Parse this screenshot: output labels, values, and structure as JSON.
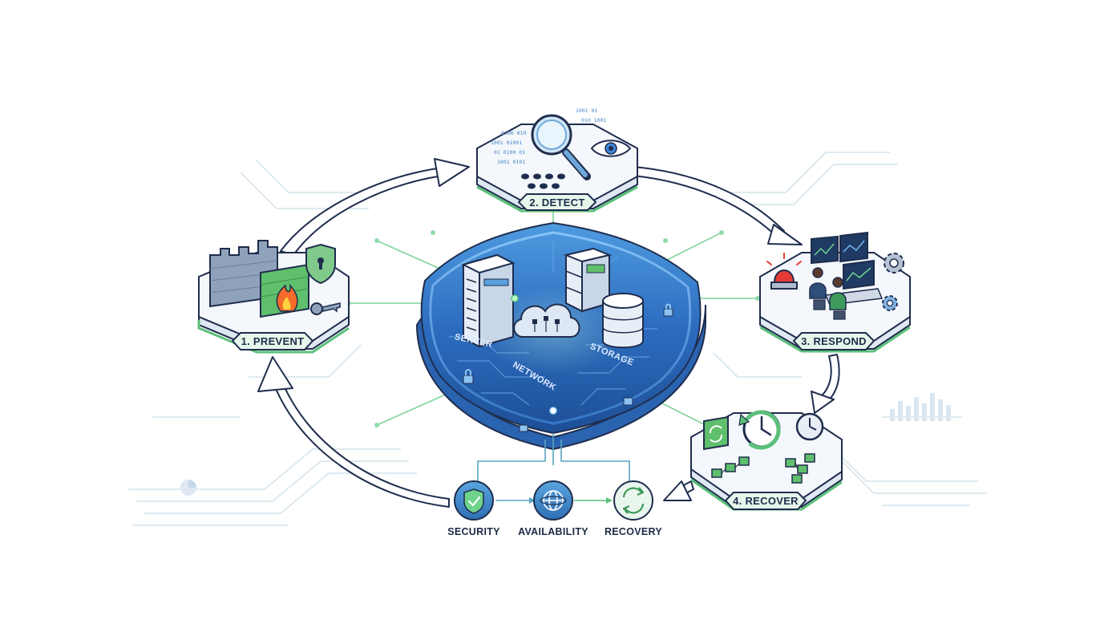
{
  "stages": [
    {
      "id": "prevent",
      "label": "1. PREVENT"
    },
    {
      "id": "detect",
      "label": "2. DETECT"
    },
    {
      "id": "respond",
      "label": "3. RESPOND"
    },
    {
      "id": "recover",
      "label": "4. RECOVER"
    }
  ],
  "core": {
    "server_label": "SERVER",
    "network_label": "NETWORK",
    "storage_label": "STORAGE"
  },
  "pillars": [
    {
      "id": "security",
      "label": "SECURITY",
      "icon": "shield-check-icon"
    },
    {
      "id": "availability",
      "label": "AVAILABILITY",
      "icon": "globe-icon"
    },
    {
      "id": "recovery",
      "label": "RECOVERY",
      "icon": "refresh-icon"
    }
  ],
  "decor": {
    "binary_lines": [
      "1001 01001",
      "01 0100 01",
      "1001 0101",
      "0100 010",
      "1001 01",
      "010 1001"
    ]
  },
  "colors": {
    "outline": "#1f2d4d",
    "accent_green": "#5cc07a",
    "shield_blue": "#2f73c4",
    "arrow_fill": "#ffffff",
    "platform_top": "#f4f7fb",
    "platform_side": "#dfe7f2",
    "circuit": "#cfe0ea"
  }
}
